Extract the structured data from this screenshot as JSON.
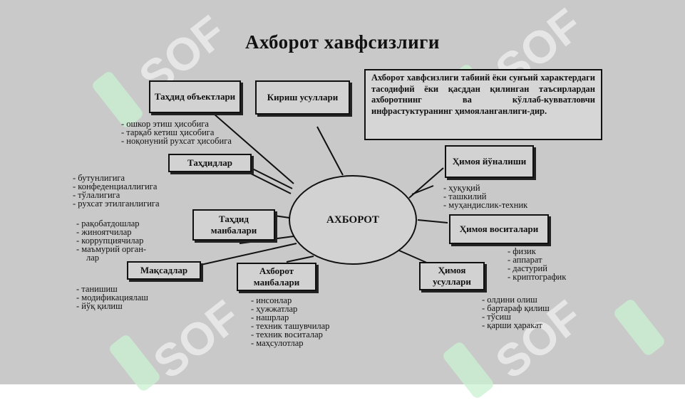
{
  "title": "Ахборот хавфсизлиги",
  "definition": "Ахборот хавфсизлиги табиий ёки сунъий характердаги тасодифий ёки қасддан қилинган таъсирлардан ахборотнинг ва кўллаб-кувватловчи инфрастуктуранинг ҳимояланганлиги-дир.",
  "center": "АХБОРОТ",
  "watermark": "SOF",
  "nodes": {
    "threat_objects": {
      "label": "Таҳдид объектлари",
      "items": [
        "- ошкор этиш ҳисобига",
        "- тарқаб кетиш ҳисобига",
        "- ноқонуний рухсат ҳисобига"
      ]
    },
    "access_methods": {
      "label": "Кириш усуллари"
    },
    "threats": {
      "label": "Таҳдидлар",
      "items": [
        "- бутунлигига",
        "- конфеденциаллигига",
        "- тўлалигига",
        "- рухсат этилганлигига"
      ]
    },
    "threat_sources": {
      "label": "Таҳдид манбалари",
      "items": [
        "- рақобатдошлар",
        "- жиноятчилар",
        "- коррупциячилар",
        "- маъмурий орган-",
        "лар"
      ]
    },
    "goals": {
      "label": "Мақсадлар",
      "items": [
        "- танишиш",
        "- модификациялаш",
        "- йўқ қилиш"
      ]
    },
    "info_sources": {
      "label": "Ахборот манбалари",
      "items": [
        "- инсонлар",
        "- ҳужжатлар",
        "- нашрлар",
        "- техник ташувчилар",
        "- техник воситалар",
        "- маҳсулотлар"
      ]
    },
    "protection_directions": {
      "label": "Ҳимоя йўналиши",
      "items": [
        "- ҳуқуқий",
        "- ташкилий",
        "- муҳандислик-техник"
      ]
    },
    "protection_means": {
      "label": "Ҳимоя воситалари",
      "items": [
        "- физик",
        "- аппарат",
        "- дастурий",
        "- криптографик"
      ]
    },
    "protection_methods": {
      "label": "Ҳимоя усуллари",
      "items": [
        "- олдини олиш",
        "- бартараф қилиш",
        "- тўсиш",
        "- қарши ҳаракат"
      ]
    }
  }
}
